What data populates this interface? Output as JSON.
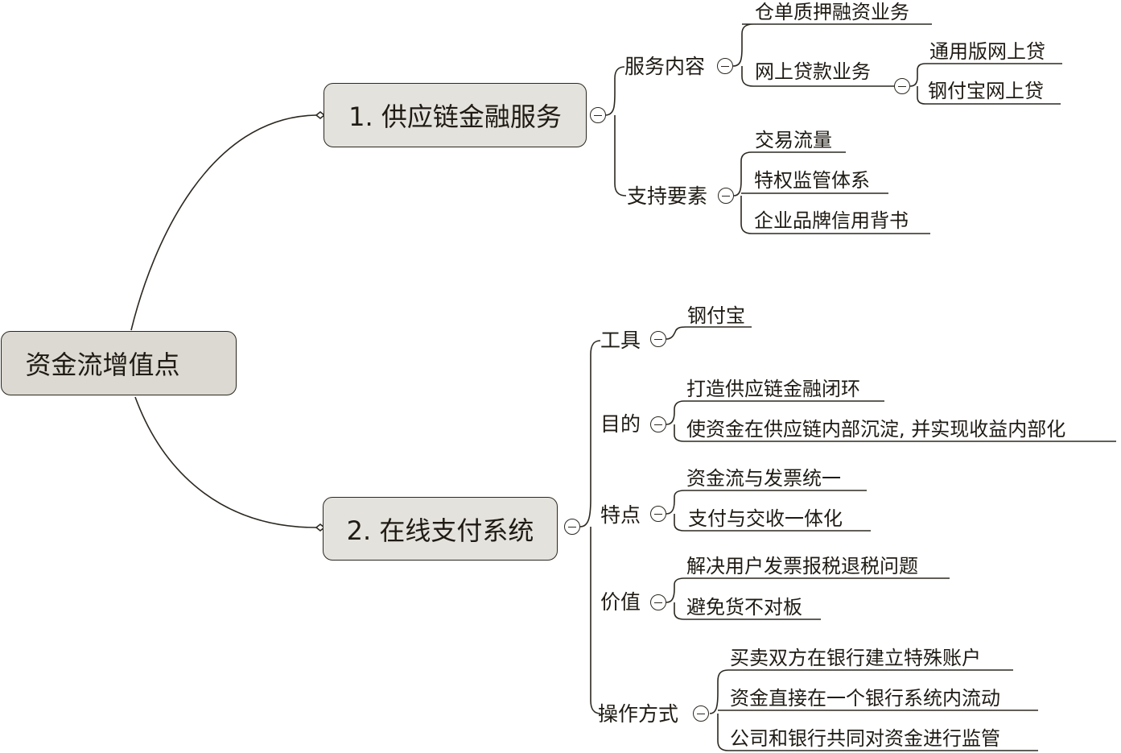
{
  "root": {
    "label": "资金流增值点"
  },
  "branches": [
    {
      "label": "1. 供应链金融服务",
      "groups": [
        {
          "label": "服务内容",
          "items": [
            {
              "label": "仓单质押融资业务"
            },
            {
              "label": "网上贷款业务",
              "children": [
                "通用版网上贷",
                "钢付宝网上贷"
              ]
            }
          ]
        },
        {
          "label": "支持要素",
          "items": [
            {
              "label": "交易流量"
            },
            {
              "label": "特权监管体系"
            },
            {
              "label": "企业品牌信用背书"
            }
          ]
        }
      ]
    },
    {
      "label": "2. 在线支付系统",
      "groups": [
        {
          "label": "工具",
          "items": [
            {
              "label": "钢付宝"
            }
          ]
        },
        {
          "label": "目的",
          "items": [
            {
              "label": "打造供应链金融闭环"
            },
            {
              "label": "使资金在供应链内部沉淀, 并实现收益内部化"
            }
          ]
        },
        {
          "label": "特点",
          "items": [
            {
              "label": "资金流与发票统一"
            },
            {
              "label": "支付与交收一体化"
            }
          ]
        },
        {
          "label": "价值",
          "items": [
            {
              "label": "解决用户发票报税退税问题"
            },
            {
              "label": "避免货不对板"
            }
          ]
        },
        {
          "label": "操作方式",
          "items": [
            {
              "label": "买卖双方在银行建立特殊账户"
            },
            {
              "label": "资金直接在一个银行系统内流动"
            },
            {
              "label": "公司和银行共同对资金进行监管"
            }
          ]
        }
      ]
    }
  ]
}
